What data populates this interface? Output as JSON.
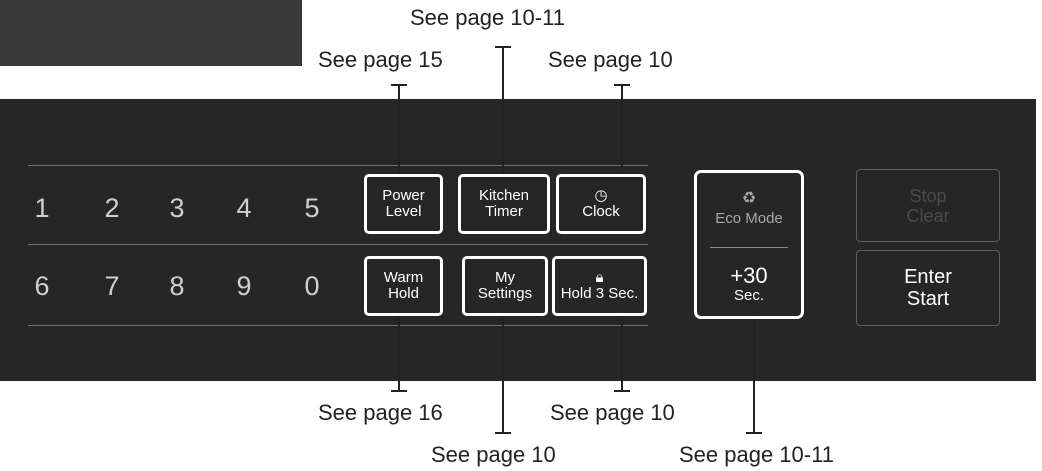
{
  "keypad": {
    "row1": [
      "1",
      "2",
      "3",
      "4",
      "5"
    ],
    "row2": [
      "6",
      "7",
      "8",
      "9",
      "0"
    ]
  },
  "buttons": {
    "power_level": [
      "Power",
      "Level"
    ],
    "kitchen_timer": [
      "Kitchen",
      "Timer"
    ],
    "clock": {
      "icon": "clock-icon",
      "label": "Clock"
    },
    "warm_hold": [
      "Warm",
      "Hold"
    ],
    "my_settings": [
      "My",
      "Settings"
    ],
    "hold_3_sec": {
      "icon": "lock-icon",
      "label": "Hold 3 Sec."
    },
    "eco_mode": {
      "icon": "eco-icon",
      "label": "Eco Mode"
    },
    "plus_30": [
      "+30",
      "Sec."
    ],
    "stop_clear": [
      "Stop",
      "Clear"
    ],
    "enter_start": [
      "Enter",
      "Start"
    ]
  },
  "callouts": {
    "kitchen_timer_top": "See page 10-11",
    "power_level_top": "See page 15",
    "clock_top": "See page 10",
    "warm_hold_bottom": "See page 16",
    "hold_3_sec_bottom": "See page 10",
    "my_settings_bottom": "See page 10",
    "plus_30_bottom": "See page 10-11"
  },
  "colors": {
    "panel": "#262626",
    "button_outline": "#ffffff",
    "callout_text": "#222222"
  }
}
